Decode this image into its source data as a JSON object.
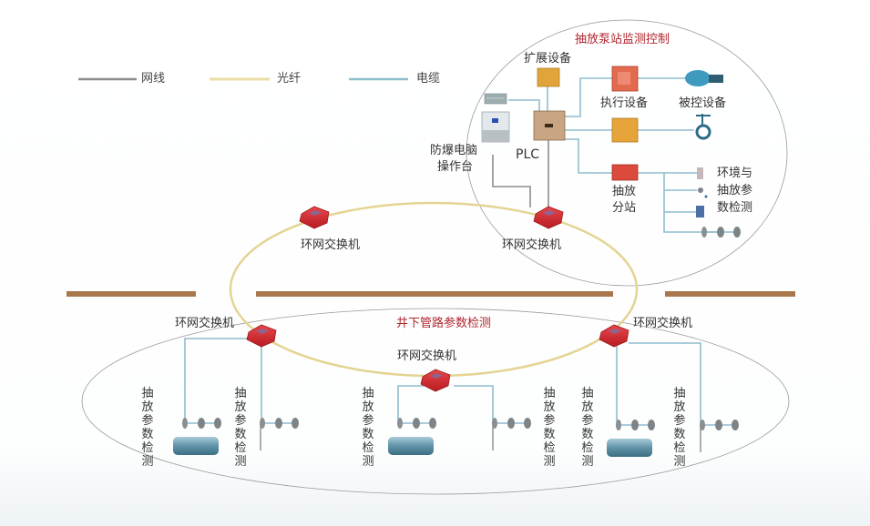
{
  "legend": {
    "items": [
      {
        "label": "网线",
        "color": "#8c8c8c"
      },
      {
        "label": "光纤",
        "color": "#e8d9a4"
      },
      {
        "label": "电缆",
        "color": "#8fbccd"
      }
    ]
  },
  "colors": {
    "network_cable": "#8c8c8c",
    "fiber": "#e4d493",
    "power_cable": "#8fbccd",
    "section_title": "#b0252d",
    "ground_bar": "#a8784c",
    "switch_red": "#d42a2f"
  },
  "pump_station": {
    "title": "抽放泵站监测控制",
    "extension_device": "扩展设备",
    "execution_device": "执行设备",
    "controlled_device": "被控设备",
    "explosion_proof_pc": "防爆电脑\n操作台",
    "explosion_proof_pc_line1": "防爆电脑",
    "explosion_proof_pc_line2": "操作台",
    "plc": "PLC",
    "substation_line1": "抽放",
    "substation_line2": "分站",
    "env_detect_line1": "环境与",
    "env_detect_line2": "抽放参",
    "env_detect_line3": "数检测"
  },
  "ring_switch_label": "环网交换机",
  "underground": {
    "title": "井下管路参数检测",
    "detection_label": "抽放参数检测"
  },
  "switches": [
    {
      "label": "环网交换机"
    },
    {
      "label": "环网交换机"
    },
    {
      "label": "环网交换机"
    },
    {
      "label": "环网交换机"
    },
    {
      "label": "环网交换机"
    }
  ],
  "detection_points": [
    {
      "label": "抽放参数检测",
      "type": "pipe"
    },
    {
      "label": "抽放参数检测",
      "type": "sensor"
    },
    {
      "label": "抽放参数检测",
      "type": "pipe"
    },
    {
      "label": "抽放参数检测",
      "type": "sensor"
    },
    {
      "label": "抽放参数检测",
      "type": "pipe"
    },
    {
      "label": "抽放参数检测",
      "type": "sensor"
    }
  ]
}
